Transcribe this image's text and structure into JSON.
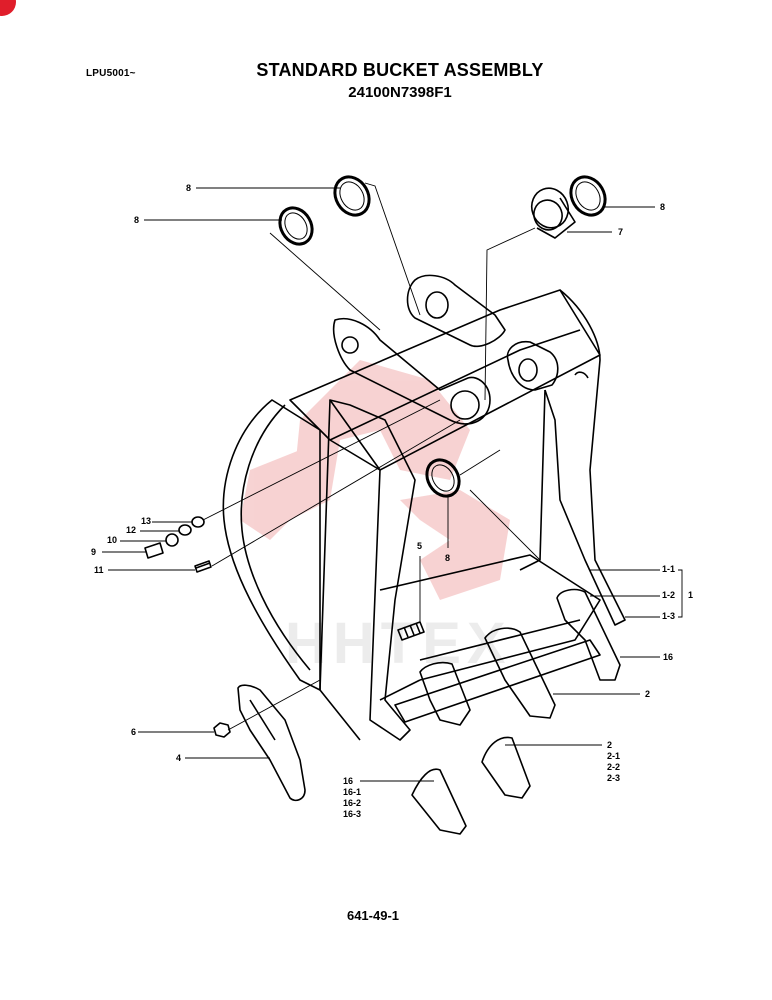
{
  "header": {
    "model_code": "LPU5001~",
    "title": "STANDARD BUCKET ASSEMBLY",
    "part_number": "24100N7398F1"
  },
  "footer": {
    "page_number": "641-49-1"
  },
  "watermark": {
    "text": "HHTEX",
    "color": "#f4b8b8"
  },
  "colors": {
    "line": "#000000",
    "accent": "#e01e2b"
  },
  "callouts": {
    "c8_top_left": "8",
    "c8_mid_left": "8",
    "c8_right": "8",
    "c8_center": "8",
    "c7": "7",
    "c13": "13",
    "c12": "12",
    "c10": "10",
    "c9": "9",
    "c11": "11",
    "c5": "5",
    "c1_1": "1-1",
    "c1_2": "1-2",
    "c1_3": "1-3",
    "c1": "1",
    "c16": "16",
    "c2": "2",
    "c6": "6",
    "c4": "4",
    "tooth_group": [
      "2",
      "2-1",
      "2-2",
      "2-3"
    ],
    "adapter_group": [
      "16",
      "16-1",
      "16-2",
      "16-3"
    ]
  }
}
